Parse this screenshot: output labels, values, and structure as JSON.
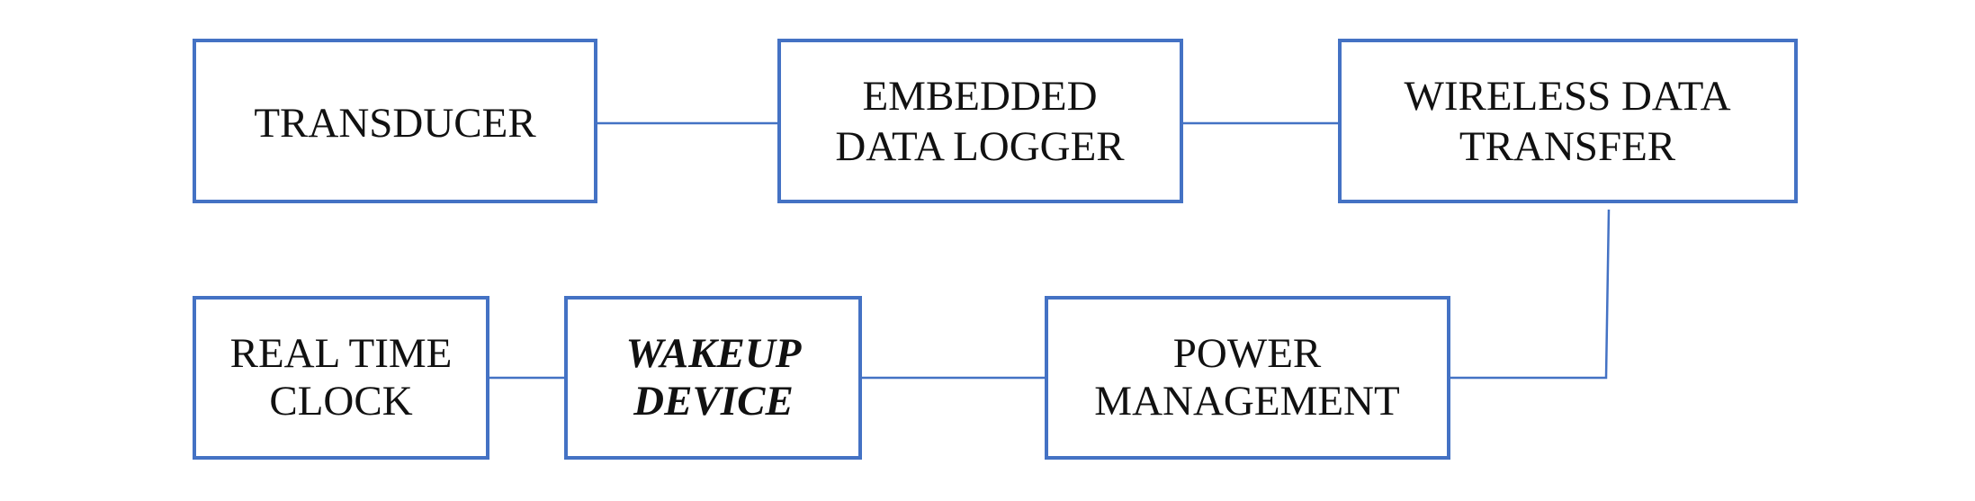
{
  "diagram": {
    "colors": {
      "stroke": "#4472c4",
      "text": "#111111",
      "background": "#ffffff"
    },
    "nodes": {
      "transducer": {
        "lines": [
          "TRANSDUCER"
        ]
      },
      "embedded_data_logger": {
        "lines": [
          "EMBEDDED",
          "DATA LOGGER"
        ]
      },
      "wireless_data_transfer": {
        "lines": [
          "WIRELESS DATA",
          "TRANSFER"
        ]
      },
      "real_time_clock": {
        "lines": [
          "REAL TIME",
          "CLOCK"
        ]
      },
      "wakeup_device": {
        "lines": [
          "WAKEUP",
          "DEVICE"
        ],
        "emphasis": "bold-italic"
      },
      "power_management": {
        "lines": [
          "POWER",
          "MANAGEMENT"
        ]
      }
    },
    "edges": [
      {
        "from": "transducer",
        "to": "embedded_data_logger"
      },
      {
        "from": "embedded_data_logger",
        "to": "wireless_data_transfer"
      },
      {
        "from": "wireless_data_transfer",
        "to": "power_management"
      },
      {
        "from": "power_management",
        "to": "wakeup_device"
      },
      {
        "from": "wakeup_device",
        "to": "real_time_clock"
      }
    ]
  }
}
